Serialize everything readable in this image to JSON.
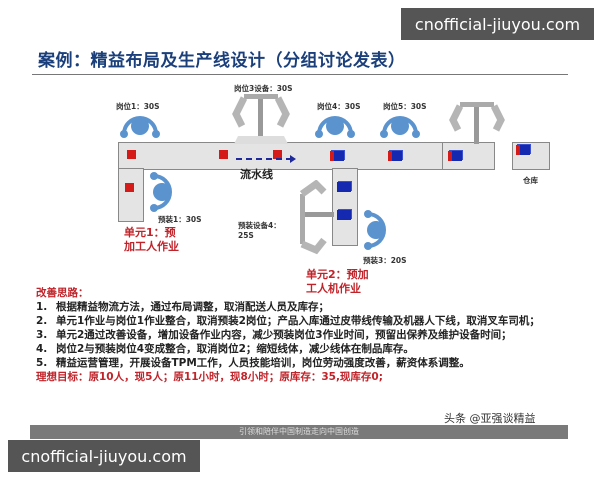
{
  "watermarks": {
    "top": "cnofficial-jiuyou.com",
    "bottom": "cnofficial-jiuyou.com"
  },
  "slide": {
    "title": "案例：精益布局及生产线设计（分组讨论发表）",
    "diagram": {
      "stations": {
        "post1": "岗位1：30S",
        "post3_equipment": "岗位3设备：30S",
        "post4": "岗位4：30S",
        "post5": "岗位5：30S",
        "pre1": "预装1：30S",
        "pre_equipment4": "预装设备4：",
        "pre_equipment4_time": "25S",
        "pre3": "预装3：20S",
        "warehouse": "仓库"
      },
      "flow_label": "流水线",
      "unit1": [
        "单元1：预",
        "加工人作业"
      ],
      "unit2": [
        "单元2：预加",
        "工人机作业"
      ]
    },
    "improvement": {
      "heading": "改善思路：",
      "items": [
        {
          "num": "1.",
          "text": "根据精益物流方法，通过布局调整，取消配送人员及库存；"
        },
        {
          "num": "2.",
          "text": "单元1作业与岗位1作业整合，取消预装2岗位；产品入库通过皮带线传输及机器人下线，取消叉车司机；"
        },
        {
          "num": "3.",
          "text": "单元2通过改善设备，增加设备作业内容，减少预装岗位3作业时间，预留出保养及维护设备时间；"
        },
        {
          "num": "4.",
          "text": "岗位2与预装岗位4变成整合，取消岗位2；缩短线体，减少线体在制品库存。"
        },
        {
          "num": "5.",
          "text": "精益运营管理，开展设备TPM工作，人员技能培训，岗位劳动强度改善，薪资体系调整。"
        }
      ],
      "goal_label": "理想目标",
      "goal_text": "：原10人，现5人；原11小时，现8小时；原库存：35,现库存0;"
    },
    "source_tag": "头条 @亚强谈精益",
    "footer": "引领和陪伴中国制造走向中国创造"
  }
}
